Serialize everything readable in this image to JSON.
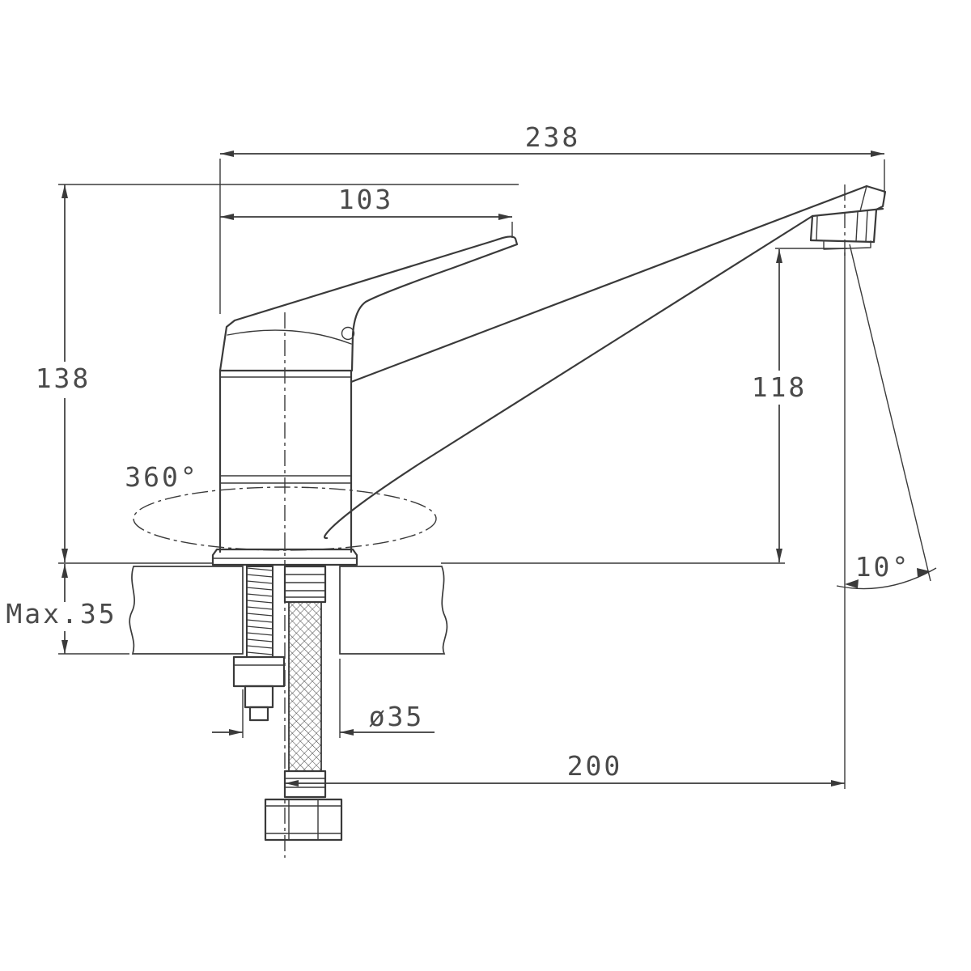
{
  "title": "Faucet technical dimension drawing",
  "drawing": {
    "dim_overall_length": "238",
    "dim_handle_length": "103",
    "dim_total_height": "138",
    "dim_spout_height": "118",
    "dim_swivel_range": "360°",
    "dim_counter_thickness": "Max.35",
    "dim_hole_diameter": "ø35",
    "dim_spout_reach": "200",
    "dim_spout_angle": "10°"
  },
  "colors": {
    "line": "#3a3a3a",
    "dim_text": "#4a4a4a",
    "background": "#ffffff"
  }
}
